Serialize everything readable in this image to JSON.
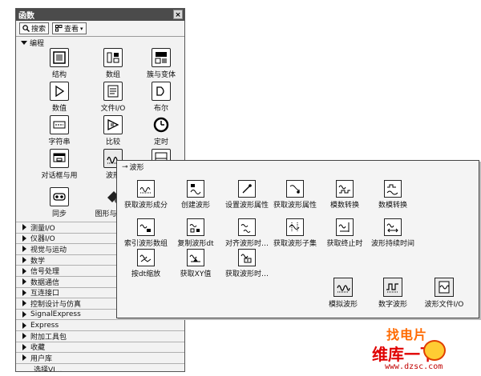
{
  "palette": {
    "title": "函数",
    "close": "×",
    "search_label": "搜索",
    "view_label": "查看",
    "section": "编程",
    "icons": [
      {
        "label": "结构",
        "icon": "structure-icon"
      },
      {
        "label": "数组",
        "icon": "array-icon"
      },
      {
        "label": "簇与变体",
        "icon": "cluster-icon"
      },
      {
        "label": "数值",
        "icon": "numeric-icon"
      },
      {
        "label": "文件I/O",
        "icon": "file-io-icon"
      },
      {
        "label": "布尔",
        "icon": "boolean-icon"
      },
      {
        "label": "字符串",
        "icon": "string-icon"
      },
      {
        "label": "比较",
        "icon": "comparison-icon"
      },
      {
        "label": "定时",
        "icon": "timing-icon"
      },
      {
        "label": "对话框与用",
        "icon": "dialog-icon"
      },
      {
        "label": "波形",
        "icon": "waveform-icon"
      },
      {
        "label": "",
        "icon": "hidden-icon"
      },
      {
        "label": "同步",
        "icon": "sync-icon"
      },
      {
        "label": "图形与声音",
        "icon": "graphics-icon"
      }
    ],
    "categories": [
      {
        "label": "测量I/O",
        "arrow": true
      },
      {
        "label": "仪器I/O",
        "arrow": true
      },
      {
        "label": "视觉与运动",
        "arrow": true
      },
      {
        "label": "数学",
        "arrow": true
      },
      {
        "label": "信号处理",
        "arrow": true
      },
      {
        "label": "数据通信",
        "arrow": true
      },
      {
        "label": "互连接口",
        "arrow": true
      },
      {
        "label": "控制设计与仿真",
        "arrow": true
      },
      {
        "label": "SignalExpress",
        "arrow": true
      },
      {
        "label": "Express",
        "arrow": true
      },
      {
        "label": "附加工具包",
        "arrow": true
      },
      {
        "label": "收藏",
        "arrow": true
      },
      {
        "label": "用户库",
        "arrow": true
      },
      {
        "label": "选择VI...",
        "arrow": false
      }
    ]
  },
  "waveform": {
    "title": "波形",
    "items": [
      {
        "label": "获取波形成分",
        "icon": "get-waveform-components-icon"
      },
      {
        "label": "创建波形",
        "icon": "build-waveform-icon"
      },
      {
        "label": "设置波形属性",
        "icon": "set-waveform-attribute-icon"
      },
      {
        "label": "获取波形属性",
        "icon": "get-waveform-attribute-icon"
      },
      {
        "label": "模数转换",
        "icon": "ad-conversion-icon"
      },
      {
        "label": "数模转换",
        "icon": "da-conversion-icon"
      },
      {
        "label": "索引波形数组",
        "icon": "index-waveform-array-icon"
      },
      {
        "label": "复制波形dt",
        "icon": "copy-dt-icon"
      },
      {
        "label": "对齐波形时…",
        "icon": "align-waveform-icon"
      },
      {
        "label": "获取波形子集",
        "icon": "get-waveform-subset-icon"
      },
      {
        "label": "获取终止时",
        "icon": "get-final-time-icon"
      },
      {
        "label": "波形持续时间",
        "icon": "waveform-duration-icon"
      },
      {
        "label": "按dt缩放",
        "icon": "scale-dt-icon"
      },
      {
        "label": "获取XY值",
        "icon": "get-xy-value-icon"
      },
      {
        "label": "获取波形时…",
        "icon": "get-waveform-time-icon"
      }
    ],
    "subpalettes": [
      {
        "label": "模拟波形",
        "icon": "analog-waveform-icon"
      },
      {
        "label": "数字波形",
        "icon": "digital-waveform-icon"
      },
      {
        "label": "波形文件I/O",
        "icon": "waveform-file-io-icon"
      }
    ]
  },
  "watermark": {
    "top": "找电片",
    "middle": "维库一下",
    "url": "www.dzsc.com"
  }
}
